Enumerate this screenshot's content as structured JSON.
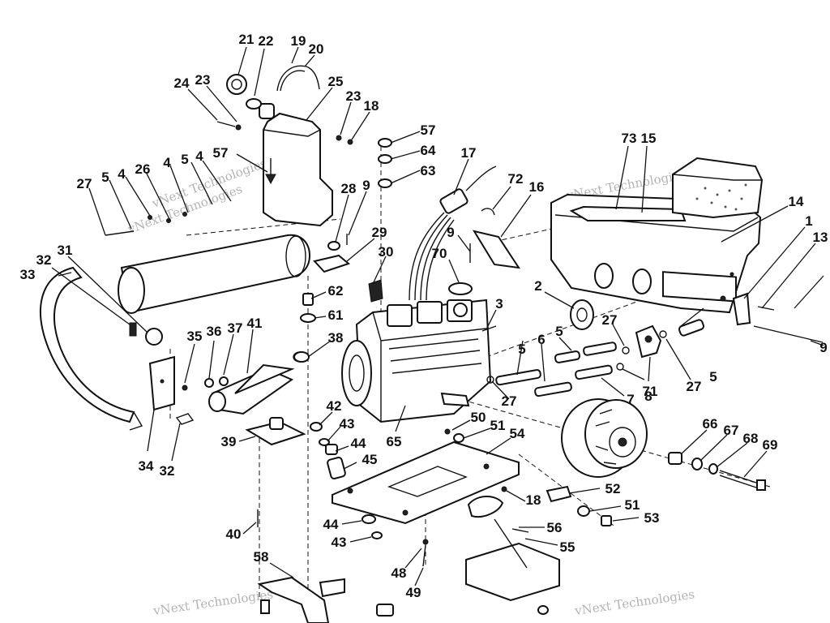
{
  "watermark": "vNext Technologies",
  "callouts": [
    "21",
    "22",
    "19",
    "20",
    "24",
    "23",
    "25",
    "23",
    "18",
    "57",
    "64",
    "63",
    "17",
    "72",
    "16",
    "73",
    "15",
    "14",
    "1",
    "13",
    "27",
    "5",
    "4",
    "26",
    "4",
    "5",
    "4",
    "57",
    "28",
    "9",
    "9",
    "29",
    "30",
    "70",
    "2",
    "3",
    "27",
    "5",
    "6",
    "5",
    "27",
    "71",
    "27",
    "5",
    "7",
    "8",
    "33",
    "32",
    "31",
    "62",
    "61",
    "38",
    "35",
    "36",
    "37",
    "41",
    "42",
    "43",
    "44",
    "45",
    "65",
    "50",
    "51",
    "54",
    "66",
    "67",
    "68",
    "69",
    "34",
    "32",
    "39",
    "18",
    "52",
    "51",
    "53",
    "40",
    "44",
    "43",
    "56",
    "55",
    "48",
    "49",
    "58",
    "9"
  ]
}
